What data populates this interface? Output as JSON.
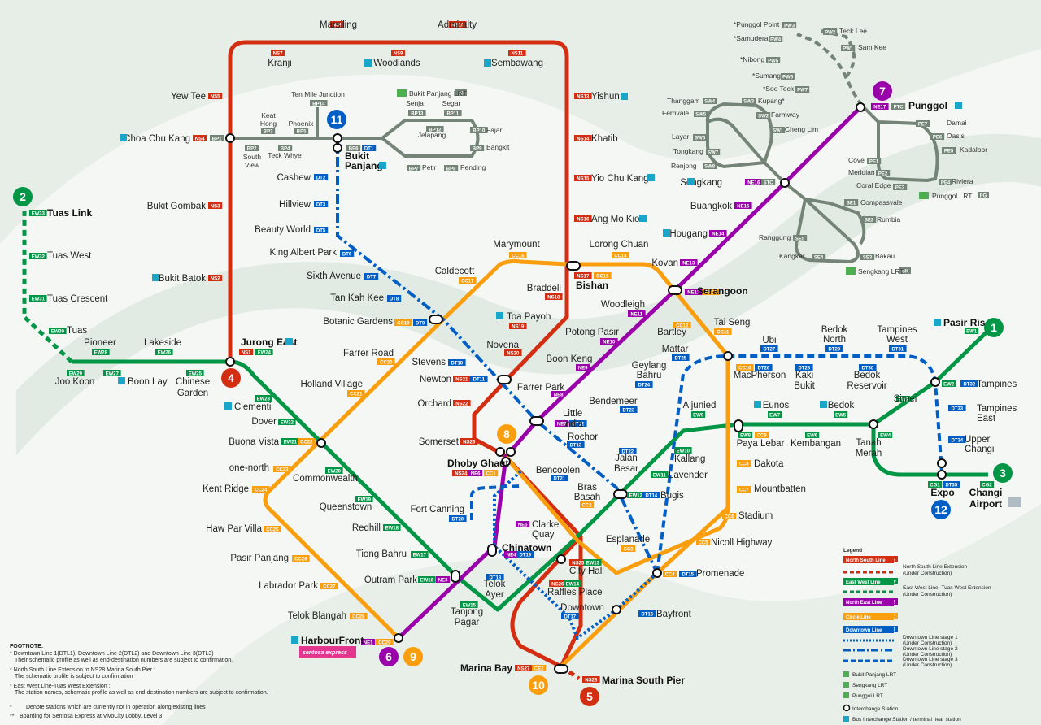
{
  "colors": {
    "ns": "#d42e12",
    "ew": "#009645",
    "ne": "#9900aa",
    "cc": "#fa9e0d",
    "dt": "#005ec4",
    "lrt": "#748477",
    "bg": "#f4f7f4"
  },
  "line_numbers": {
    "ew": "1",
    "ew_ext": "2",
    "cc_ext": "3",
    "jurong": "4",
    "ns": "5",
    "ne": "6",
    "punggol": "7",
    "cc": "8",
    "cc_hf": "9",
    "ce": "10",
    "bp": "11",
    "dt3": "12"
  },
  "stations": {
    "marsiling": "Marsiling",
    "admiralty": "Admiralty",
    "kranji": "Kranji",
    "woodlands": "Woodlands",
    "sembawang": "Sembawang",
    "yew_tee": "Yew Tee",
    "yishun": "Yishun",
    "choa_chu_kang": "Choa Chu Kang",
    "khatib": "Khatib",
    "yio_chu_kang": "Yio Chu Kang",
    "ang_mo_kio": "Ang Mo Kio",
    "bukit_gombak": "Bukit Gombak",
    "bukit_batok": "Bukit Batok",
    "bukit_panjang_1": "Bukit",
    "bukit_panjang_2": "Panjang",
    "cashew": "Cashew",
    "hillview": "Hillview",
    "beauty_world": "Beauty World",
    "king_albert_park": "King Albert Park",
    "sixth_avenue": "Sixth Avenue",
    "tan_kah_kee": "Tan Kah Kee",
    "botanic_gardens": "Botanic Gardens",
    "caldecott": "Caldecott",
    "marymount": "Marymount",
    "lorong_chuan": "Lorong Chuan",
    "bishan": "Bishan",
    "braddell": "Braddell",
    "toa_payoh": "Toa Payoh",
    "novena": "Novena",
    "newton": "Newton",
    "stevens": "Stevens",
    "orchard": "Orchard",
    "somerset": "Somerset",
    "dhoby_ghaut": "Dhoby Ghaut",
    "farrer_road": "Farrer Road",
    "holland_village": "Holland Village",
    "buona_vista": "Buona Vista",
    "one_north": "one-north",
    "kent_ridge": "Kent Ridge",
    "haw_par_villa": "Haw Par Villa",
    "pasir_panjang": "Pasir  Panjang",
    "labrador_park": "Labrador Park",
    "telok_blangah": "Telok Blangah",
    "harbourfront": "HarbourFront",
    "jurong_east": "Jurong East",
    "clementi": "Clementi",
    "dover": "Dover",
    "commonwealth": "Commonwealth",
    "queenstown": "Queenstown",
    "redhill": "Redhill",
    "tiong_bahru": "Tiong Bahru",
    "outram_park": "Outram Park",
    "tanjong_pagar_1": "Tanjong",
    "tanjong_pagar_2": "Pagar",
    "chinatown": "Chinatown",
    "clarke_quay_1": "Clarke",
    "clarke_quay_2": "Quay",
    "fort_canning": "Fort Canning",
    "telok_ayer_1": "Telok",
    "telok_ayer_2": "Ayer",
    "city_hall": "City Hall",
    "raffles_place": "Raffles Place",
    "downtown": "Downtown",
    "marina_bay": "Marina Bay",
    "marina_south_pier": "Marina South Pier",
    "bayfront": "Bayfront",
    "promenade": "Promenade",
    "esplanade": "Esplanade",
    "bras_basah_1": "Bras",
    "bras_basah_2": "Basah",
    "bugis": "Bugis",
    "bencoolen": "Bencoolen",
    "rochor": "Rochor",
    "little_india_1": "Little",
    "little_india_2": "India",
    "farrer_park": "Farrer Park",
    "boon_keng": "Boon Keng",
    "potong_pasir": "Potong Pasir",
    "woodleigh": "Woodleigh",
    "serangoon": "Serangoon",
    "kovan": "Kovan",
    "hougang": "Hougang",
    "buangkok": "Buangkok",
    "sengkang": "Sengkang",
    "punggol": "Punggol",
    "bartley": "Bartley",
    "tai_seng": "Tai Seng",
    "macpherson": "MacPherson",
    "ubi": "Ubi",
    "kaki_bukit_1": "Kaki",
    "kaki_bukit_2": "Bukit",
    "bedok_north_1": "Bedok",
    "bedok_north_2": "North",
    "bedok_reservoir_1": "Bedok",
    "bedok_reservoir_2": "Reservoir",
    "tampines_west_1": "Tampines",
    "tampines_west_2": "West",
    "tampines": "Tampines",
    "tampines_east_1": "Tampines",
    "tampines_east_2": "East",
    "upper_changi_1": "Upper",
    "upper_changi_2": "Changi",
    "expo": "Expo",
    "changi_airport_1": "Changi",
    "changi_airport_2": "Airport",
    "pasir_ris": "Pasir Ris",
    "simei": "Simei",
    "tanah_merah_1": "Tanah",
    "tanah_merah_2": "Merah",
    "bedok": "Bedok",
    "kembangan": "Kembangan",
    "eunos": "Eunos",
    "paya_lebar": "Paya Lebar",
    "aljunied": "Aljunied",
    "kallang": "Kallang",
    "lavender": "Lavender",
    "dakota": "Dakota",
    "mountbatten": "Mountbatten",
    "stadium": "Stadium",
    "nicoll_highway": "Nicoll Highway",
    "mattar": "Mattar",
    "geylang_bahru_1": "Geylang",
    "geylang_bahru_2": "Bahru",
    "bendemeer": "Bendemeer",
    "jalan_besar_1": "Jalan",
    "jalan_besar_2": "Besar",
    "tuas_link": "Tuas Link",
    "tuas_west": "Tuas West",
    "tuas_crescent": "Tuas Crescent",
    "tuas": "Tuas",
    "joo_koon": "Joo Koon",
    "pioneer": "Pioneer",
    "boon_lay": "Boon Lay",
    "lakeside": "Lakeside",
    "chinese_garden_1": "Chinese",
    "chinese_garden_2": "Garden"
  },
  "lrt_stations": {
    "ten_mile_junction": "Ten Mile Junction",
    "keat_hong_1": "Keat",
    "keat_hong_2": "Hong",
    "phoenix": "Phoenix",
    "south_view_1": "South",
    "south_view_2": "View",
    "teck_whye": "Teck Whye",
    "senja": "Senja",
    "segar": "Segar",
    "jelapang": "Jelapang",
    "fajar": "Fajar",
    "bangkit": "Bangkit",
    "petir": "Petir",
    "pending": "Pending",
    "bp_label": "Bukit Panjang LRT",
    "punggol_point": "*Punggol Point",
    "samudera": "*Samudera",
    "teck_lee": "Teck Lee",
    "sam_kee": "Sam Kee",
    "nibong": "*Nibong",
    "sumang": "*Sumang",
    "soo_teck": "*Soo Teck",
    "damai": "Damai",
    "oasis": "Oasis",
    "kadaloor": "Kadaloor",
    "cove": "Cove",
    "meridian": "Meridian",
    "coral_edge": "Coral Edge",
    "riviera": "Riviera",
    "pg_label": "Punggol LRT",
    "thanggam": "Thanggam",
    "fernvale": "Fernvale",
    "layar": "Layar",
    "tongkang": "Tongkang",
    "renjong": "Renjong",
    "kupang": "Kupang*",
    "farmway": "Farmway",
    "cheng_lim": "Cheng Lim",
    "compassvale": "Compassvale",
    "rumbia": "Rumbia",
    "bakau": "Bakau",
    "kangkar": "Kangkar",
    "ranggung": "Ranggung",
    "sk_label": "Sengkang LRT"
  },
  "legend": {
    "title": "Legend",
    "ns": "North South Line",
    "ns_ext": "North South Line Extension",
    "ew": "East West Line",
    "ew_ext": "East West Line- Tuas West Extension",
    "ne": "North East Line",
    "cc": "Circle Line",
    "dt": "Downtown Line",
    "dt1": "Downtown Line  stage 1",
    "dt2": "Downtown Line  stage 2",
    "dt3": "Downtown Line  stage 3",
    "uc": "(Under Construction)",
    "bp": "Bukit Panjang LRT",
    "sk": "Sengkang LRT",
    "pg": "Punggol LRT",
    "interchange": "Interchange Station",
    "bus": "Bus Interchange Station / terminal near station"
  },
  "footnote": {
    "title": "FOOTNOTE:",
    "l1": "* Downtown Line 1(DTL1), Downtown Line 2(DTL2) and Downtown Line 3(DTL3) :",
    "l2": "Their schematic profile as well as end-destination numbers are subject to confirmation.",
    "l3": "* North South Line Extension to NS28 Marina South Pier :",
    "l4": "The schematic profile is subject to confirmation",
    "l5": "* East West Line-Tuas West Extension :",
    "l6": "The station names, schematic profile as well as end-destination numbers are subject to confirmation.",
    "l7": "Denote stations which are currently not in operation along existing lines",
    "l8": "Boarding for Sentosa Express at VivoCity Lobby, Level 3",
    "sentosa": "sentosa express"
  },
  "codes": {
    "ns8": "NS8",
    "ns10": "NS10",
    "ns7": "NS7",
    "ns9": "NS9",
    "ns11": "NS11",
    "ns5": "NS5",
    "ns13": "NS13",
    "ns4": "NS4",
    "ns14": "NS14",
    "ns15": "NS15",
    "ns16": "NS16",
    "ns3": "NS3",
    "ns2": "NS2",
    "ns17": "NS17",
    "ns18": "NS18",
    "ns19": "NS19",
    "ns20": "NS20",
    "ns21": "NS21",
    "ns22": "NS22",
    "ns23": "NS23",
    "ns24": "NS24",
    "ns25": "NS25",
    "ns26": "NS26",
    "ns27": "NS27",
    "ns28": "NS28",
    "ns1": "NS1",
    "ew1": "EW1",
    "ew2": "EW2",
    "ew3": "EW3",
    "ew4": "EW4",
    "ew5": "EW5",
    "ew6": "EW6",
    "ew7": "EW7",
    "ew8": "EW8",
    "ew9": "EW9",
    "ew10": "EW10",
    "ew11": "EW11",
    "ew12": "EW12",
    "ew13": "EW13",
    "ew14": "EW14",
    "ew15": "EW15",
    "ew16": "EW16",
    "ew17": "EW17",
    "ew18": "EW18",
    "ew19": "EW19",
    "ew20": "EW20",
    "ew21": "EW21",
    "ew22": "EW22",
    "ew23": "EW23",
    "ew24": "EW24",
    "ew25": "EW25",
    "ew26": "EW26",
    "ew27": "EW27",
    "ew28": "EW28",
    "ew29": "EW29",
    "ew30": "EW30",
    "ew31": "EW31",
    "ew32": "EW32",
    "ew33": "EW33",
    "cg1": "CG1",
    "cg2": "CG2",
    "ne1": "NE1",
    "ne3": "NE3",
    "ne4": "NE4",
    "ne5": "NE5",
    "ne6": "NE6",
    "ne7": "NE7",
    "ne8": "NE8",
    "ne9": "NE9",
    "ne10": "NE10",
    "ne11": "NE11",
    "ne12": "NE12",
    "ne13": "NE13",
    "ne14": "NE14",
    "ne15": "NE15",
    "ne16": "NE16",
    "ne17": "NE17",
    "cc1": "CC1",
    "cc2": "CC2",
    "cc3": "CC3",
    "cc4": "CC4",
    "cc5": "CC5",
    "cc6": "CC6",
    "cc7": "CC7",
    "cc8": "CC8",
    "cc9": "CC9",
    "cc10": "CC10",
    "cc11": "CC11",
    "cc12": "CC12",
    "cc13": "CC13",
    "cc14": "CC14",
    "cc15": "CC15",
    "cc16": "CC16",
    "cc17": "CC17",
    "cc19": "CC19",
    "cc20": "CC20",
    "cc21": "CC21",
    "cc22": "CC22",
    "cc23": "CC23",
    "cc24": "CC24",
    "cc25": "CC25",
    "cc26": "CC26",
    "cc27": "CC27",
    "cc28": "CC28",
    "cc29": "CC29",
    "ce2": "CE2",
    "dt1": "DT1",
    "dt2": "DT2",
    "dt3": "DT3",
    "dt5": "DT5",
    "dt6": "DT6",
    "dt7": "DT7",
    "dt8": "DT8",
    "dt9": "DT9",
    "dt10": "DT10",
    "dt11": "DT11",
    "dt12": "DT12",
    "dt13": "DT13",
    "dt14": "DT14",
    "dt15": "DT15",
    "dt16": "DT16",
    "dt17": "DT17",
    "dt18": "DT18",
    "dt19": "DT19",
    "dt20": "DT20",
    "dt21": "DT21",
    "dt22": "DT22",
    "dt23": "DT23",
    "dt24": "DT24",
    "dt25": "DT25",
    "dt26": "DT26",
    "dt27": "DT27",
    "dt28": "DT28",
    "dt29": "DT29",
    "dt30": "DT30",
    "dt31": "DT31",
    "dt32": "DT32",
    "dt33": "DT33",
    "dt34": "DT34",
    "dt35": "DT35",
    "bp1": "BP1",
    "bp2": "BP2",
    "bp3": "BP3",
    "bp4": "BP4",
    "bp5": "BP5",
    "bp6": "BP6",
    "bp7": "BP7",
    "bp8": "BP8",
    "bp9": "BP9",
    "bp10": "BP10",
    "bp11": "BP11",
    "bp12": "BP12",
    "bp13": "BP13",
    "bp14": "BP14",
    "pw1": "PW1",
    "pw2": "PW2",
    "pw3": "PW3",
    "pw4": "PW4",
    "pw5": "PW5",
    "pw6": "PW6",
    "pw7": "PW7",
    "pe1": "PE1",
    "pe2": "PE2",
    "pe3": "PE3",
    "pe4": "PE4",
    "pe5": "PE5",
    "pe6": "PE6",
    "pe7": "PE7",
    "ptc": "PTC",
    "stc": "STC",
    "sw1": "SW1",
    "sw2": "SW2",
    "sw3": "SW3",
    "sw4": "SW4",
    "sw5": "SW5",
    "sw6": "SW6",
    "sw7": "SW7",
    "sw8": "SW8",
    "se1": "SE1",
    "se2": "SE2",
    "se3": "SE3",
    "se4": "SE4",
    "se5": "SE5",
    "bp_t": "BP",
    "sk_t": "SK",
    "pg_t": "PG",
    "ns_t": "NS",
    "ew_t": "EW",
    "ne_t": "NE",
    "cc_t": "CC",
    "dt_t": "DT"
  }
}
